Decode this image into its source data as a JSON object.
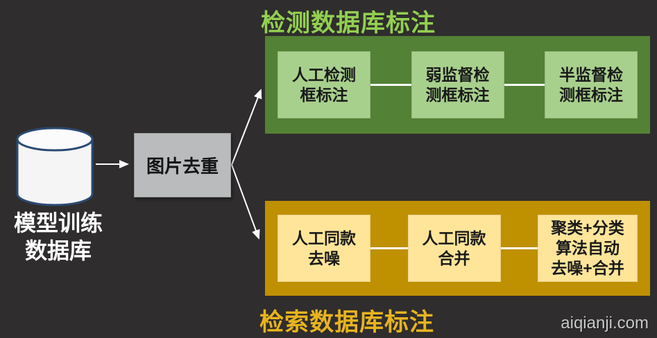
{
  "source_database": {
    "label": "模型训练\n数据库",
    "icon": "database-cylinder-icon"
  },
  "dedup": {
    "label": "图片去重"
  },
  "detection_pipeline": {
    "title": "检测数据库标注",
    "steps": [
      {
        "label": "人工检测\n框标注"
      },
      {
        "label": "弱监督检\n测框标注"
      },
      {
        "label": "半监督检\n测框标注"
      }
    ]
  },
  "retrieval_pipeline": {
    "title": "检索数据库标注",
    "steps": [
      {
        "label": "人工同款\n去噪"
      },
      {
        "label": "人工同款\n合并"
      },
      {
        "label": "聚类+分类\n算法自动\n去噪+合并"
      }
    ]
  },
  "watermark": "aiqianji.com",
  "colors": {
    "background": "#2f2d2d",
    "detection_panel": "#538135",
    "detection_step": "#a8d08d",
    "detection_title": "#92d050",
    "retrieval_panel": "#bf9000",
    "retrieval_step": "#ffe599",
    "retrieval_title": "#e8b41e",
    "dedup_box": "#b9bbbd",
    "step_text": "#1a1a1a",
    "arrow": "#ffffff",
    "connector": "#ffffff",
    "database_outline": "#2a4a74",
    "database_fill": "#f5f5f5",
    "database_label_text": "#ffffff",
    "watermark_text": "#c9c9c9"
  }
}
